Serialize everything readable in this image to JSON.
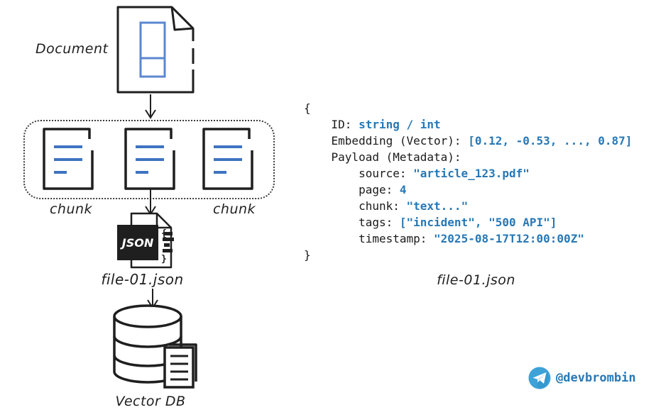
{
  "diagram": {
    "document_label": "Document",
    "chunk_label_left": "chunk",
    "chunk_label_right": "chunk",
    "json_file_label": "file-01.json",
    "json_badge": "JSON",
    "vector_db_label": "Vector DB"
  },
  "code": {
    "filename_label": "file-01.json",
    "lines": [
      {
        "segments": [
          {
            "text": "{",
            "type": "plain"
          }
        ]
      },
      {
        "segments": [
          {
            "text": "    ID: ",
            "type": "plain"
          },
          {
            "text": "string / int",
            "type": "value"
          }
        ]
      },
      {
        "segments": [
          {
            "text": "    Embedding (Vector): ",
            "type": "plain"
          },
          {
            "text": "[0.12, -0.53, ..., 0.87]",
            "type": "value"
          }
        ]
      },
      {
        "segments": [
          {
            "text": "    Payload (Metadata):",
            "type": "plain"
          }
        ]
      },
      {
        "segments": [
          {
            "text": "        source: ",
            "type": "plain"
          },
          {
            "text": "\"article_123.pdf\"",
            "type": "value"
          }
        ]
      },
      {
        "segments": [
          {
            "text": "        page: ",
            "type": "plain"
          },
          {
            "text": "4",
            "type": "value"
          }
        ]
      },
      {
        "segments": [
          {
            "text": "        chunk: ",
            "type": "plain"
          },
          {
            "text": "\"text...\"",
            "type": "value"
          }
        ]
      },
      {
        "segments": [
          {
            "text": "        tags: ",
            "type": "plain"
          },
          {
            "text": "[\"incident\", \"500 API\"]",
            "type": "value"
          }
        ]
      },
      {
        "segments": [
          {
            "text": "        timestamp: ",
            "type": "plain"
          },
          {
            "text": "\"2025-08-17T12:00:00Z\"",
            "type": "value"
          }
        ]
      },
      {
        "segments": [
          {
            "text": "}",
            "type": "plain"
          }
        ]
      }
    ]
  },
  "footer": {
    "telegram_handle": "@devbrombin"
  },
  "colors": {
    "ink": "#1f1f1f",
    "diagram_blue": "#3f73c1",
    "document_rect_blue": "#5b87cf",
    "code_value_blue": "#2878b5",
    "telegram_blue": "#3da2d8"
  }
}
